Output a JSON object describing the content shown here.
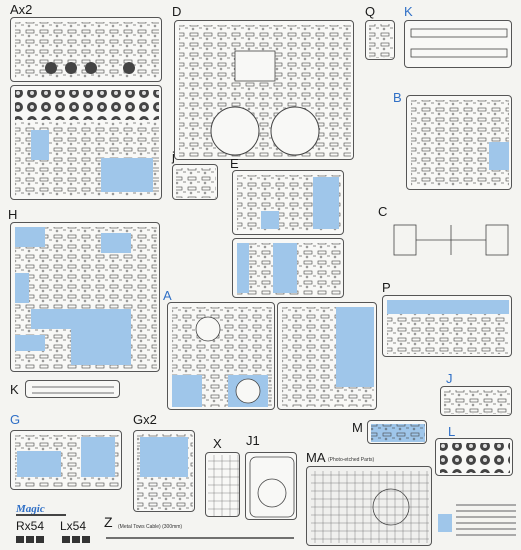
{
  "sprues": {
    "ax2": "Ax2",
    "d": "D",
    "q": "Q",
    "k_blue": "K",
    "b": "B",
    "j": "j",
    "e": "E",
    "c": "C",
    "h": "H",
    "a": "A",
    "p": "P",
    "k": "K",
    "j_blue": "J",
    "g": "G",
    "gx2": "Gx2",
    "x": "X",
    "j1": "J1",
    "m": "M",
    "l": "L",
    "ma": "MA",
    "ma_note": "(Photo-etched Parts)",
    "z": "Z",
    "z_note": "(Metal Tows Cable) (300mm)",
    "rx54": "Rx54",
    "lx54": "Lx54"
  },
  "colors": {
    "highlight": "#9fc6ea",
    "label_blue": "#2f6fc6"
  }
}
